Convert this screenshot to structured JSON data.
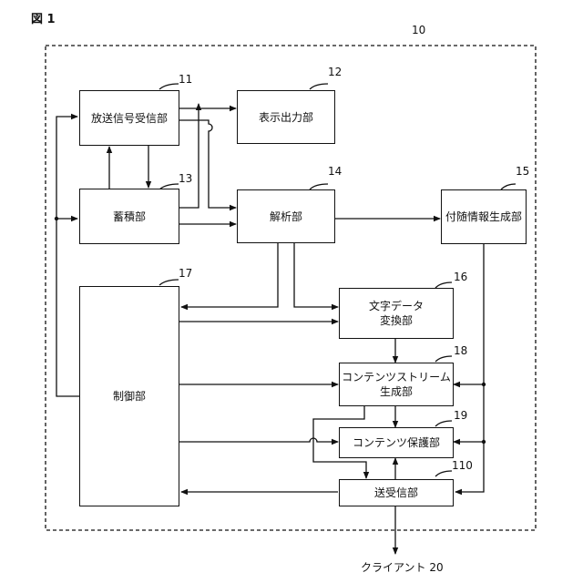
{
  "figure": {
    "title": "図 1",
    "system_ref": "10",
    "client": "クライアント 20"
  },
  "blocks": {
    "b11": {
      "ref": "11",
      "text": "放送信号受信部"
    },
    "b12": {
      "ref": "12",
      "text": "表示出力部"
    },
    "b13": {
      "ref": "13",
      "text": "蓄積部"
    },
    "b14": {
      "ref": "14",
      "text": "解析部"
    },
    "b15": {
      "ref": "15",
      "text": "付随情報生成部"
    },
    "b16": {
      "ref": "16",
      "line1": "文字データ",
      "line2": "変換部"
    },
    "b17": {
      "ref": "17",
      "text": "制御部"
    },
    "b18": {
      "ref": "18",
      "line1": "コンテンツストリーム",
      "line2": "生成部"
    },
    "b19": {
      "ref": "19",
      "text": "コンテンツ保護部"
    },
    "b110": {
      "ref": "110",
      "text": "送受信部"
    }
  }
}
